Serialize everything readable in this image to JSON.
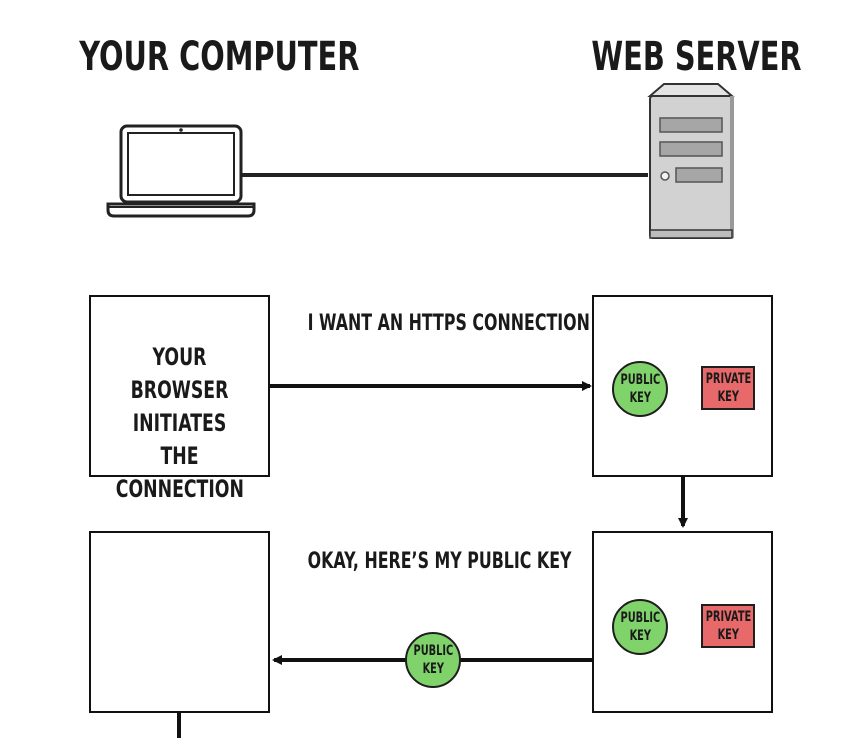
{
  "headers": {
    "left": "YOUR COMPUTER",
    "right": "WEB SERVER"
  },
  "steps": [
    {
      "message": "I WANT AN HTTPS CONNECTION",
      "client_text": [
        "YOUR BROWSER",
        "INITIATES THE",
        "CONNECTION"
      ],
      "server_public_key": [
        "PUBLIC",
        "KEY"
      ],
      "server_private_key": [
        "PRIVATE",
        "KEY"
      ]
    },
    {
      "message": "OKAY, HERE’S MY PUBLIC KEY",
      "server_public_key": [
        "PUBLIC",
        "KEY"
      ],
      "server_private_key": [
        "PRIVATE",
        "KEY"
      ],
      "in_transit_key": [
        "PUBLIC",
        "KEY"
      ]
    }
  ],
  "colors": {
    "public_key": "#7fd36a",
    "private_key": "#e8696a",
    "lines": "#111111"
  },
  "icons": {
    "client": "laptop-icon",
    "server": "server-tower-icon"
  }
}
